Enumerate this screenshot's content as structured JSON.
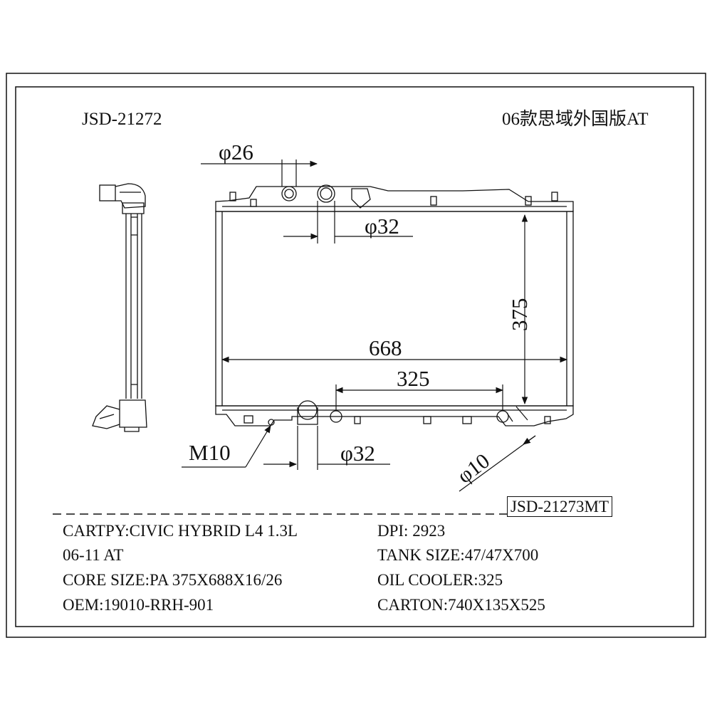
{
  "header": {
    "left_code": "JSD-21272",
    "right_title": "06款思域外国版AT"
  },
  "dimensions": {
    "inlet_diameter": "φ26",
    "top_outlet_diameter": "φ32",
    "height": "375",
    "width": "668",
    "oil_cooler_spacing": "325",
    "bottom_outlet_diameter": "φ32",
    "drain_thread": "M10",
    "cooler_fitting_diameter": "φ10"
  },
  "part_number_box": "JSD-21273MT",
  "specs": {
    "cartpy": "CARTPY:CIVIC HYBRID L4 1.3L",
    "years": "06-11 AT",
    "core_size": "CORE SIZE:PA 375X688X16/26",
    "oem": "OEM:19010-RRH-901",
    "dpi": "DPI: 2923",
    "tank_size": "TANK SIZE:47/47X700",
    "oil_cooler": "OIL COOLER:325",
    "carton": "CARTON:740X135X525"
  }
}
